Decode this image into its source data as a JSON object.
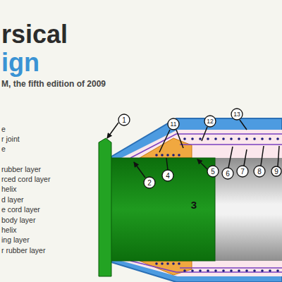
{
  "diagram": {
    "title": "rsical",
    "labels": [
      "ign",
      "M, the fifth edition of 2009",
      "e",
      "r joint",
      "e",
      "rubber layer",
      "rced cord layer",
      "helix",
      "d layer",
      "e cord layer",
      "body layer",
      "helix",
      "ing layer",
      "r rubber layer",
      "1",
      "11",
      "12",
      "13",
      "2",
      "4",
      "5",
      "6",
      "7",
      "8",
      "9",
      "3"
    ]
  }
}
